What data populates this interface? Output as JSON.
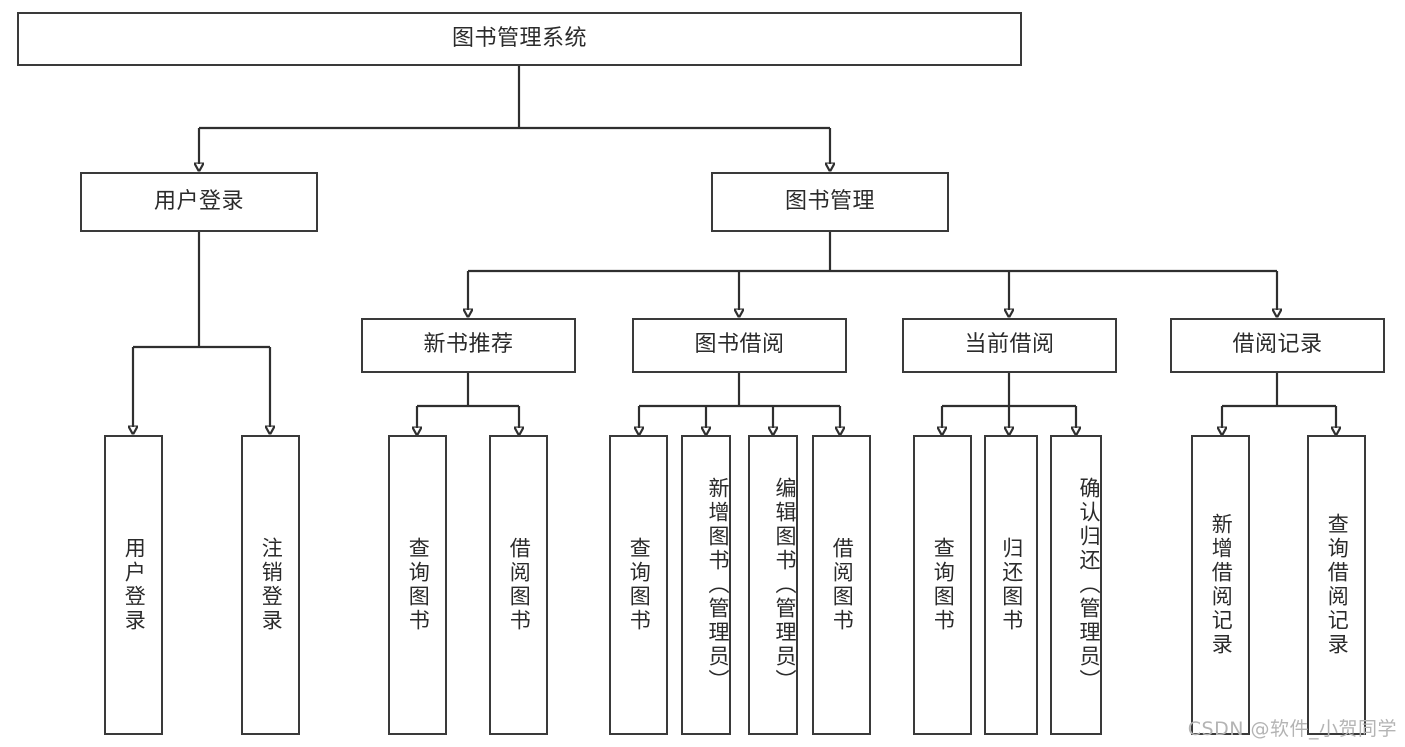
{
  "diagram": {
    "type": "tree",
    "title": "图书管理系统",
    "root": {
      "label": "图书管理系统"
    },
    "level2": [
      {
        "label": "用户登录"
      },
      {
        "label": "图书管理"
      }
    ],
    "level3": [
      {
        "label": "新书推荐"
      },
      {
        "label": "图书借阅"
      },
      {
        "label": "当前借阅"
      },
      {
        "label": "借阅记录"
      }
    ],
    "leaves": {
      "user_login": [
        {
          "label": "用户登录"
        },
        {
          "label": "注销登录"
        }
      ],
      "new_book_recommend": [
        {
          "label": "查询图书"
        },
        {
          "label": "借阅图书"
        }
      ],
      "book_borrow": [
        {
          "label": "查询图书"
        },
        {
          "label": "新增图书（管理员）"
        },
        {
          "label": "编辑图书（管理员）"
        },
        {
          "label": "借阅图书"
        }
      ],
      "current_borrow": [
        {
          "label": "查询图书"
        },
        {
          "label": "归还图书"
        },
        {
          "label": "确认归还（管理员）"
        }
      ],
      "borrow_record": [
        {
          "label": "新增借阅记录"
        },
        {
          "label": "查询借阅记录"
        }
      ]
    }
  },
  "watermark": {
    "text": "CSDN @软件_小贺同学"
  },
  "colors": {
    "stroke": "#2f2f2f",
    "box_border": "#3a3a3a",
    "text": "#2b2b2b",
    "background": "#ffffff",
    "watermark": "#b4b4b4"
  }
}
